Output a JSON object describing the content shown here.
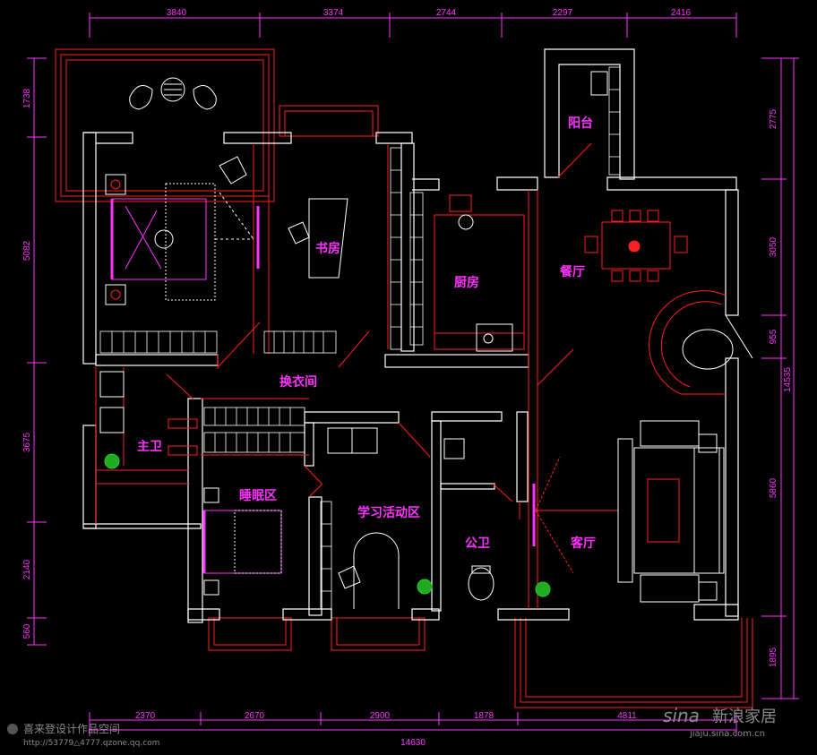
{
  "dimensions": {
    "top": [
      "3840",
      "3374",
      "2744",
      "2297",
      "2416"
    ],
    "bottom": [
      "2370",
      "2670",
      "2900",
      "1878",
      "4811"
    ],
    "bottom_total": "14630",
    "left": [
      "1738",
      "5082",
      "3675",
      "2140",
      "560"
    ],
    "right": [
      "2775",
      "3050",
      "955",
      "5860",
      "1895"
    ],
    "right_total": "14535"
  },
  "rooms": {
    "balcony": "阳台",
    "study": "书房",
    "kitchen": "厨房",
    "dining": "餐厅",
    "dressing": "换衣间",
    "master_bath": "主卫",
    "sleep_area": "睡眠区",
    "study_activity": "学习活动区",
    "public_bath": "公卫",
    "living": "客厅"
  },
  "watermarks": {
    "left_title": "喜来登设计作品空间",
    "left_url": "http://53779△4777.qzone.qq.com",
    "right_brand_en": "sina",
    "right_brand_cn": "新浪家居",
    "right_url": "jiaju.sina.com.cn"
  },
  "colors": {
    "wall": "#ffffff",
    "line": "#ff2020",
    "dimension": "#ff33ff",
    "background": "#000000"
  }
}
